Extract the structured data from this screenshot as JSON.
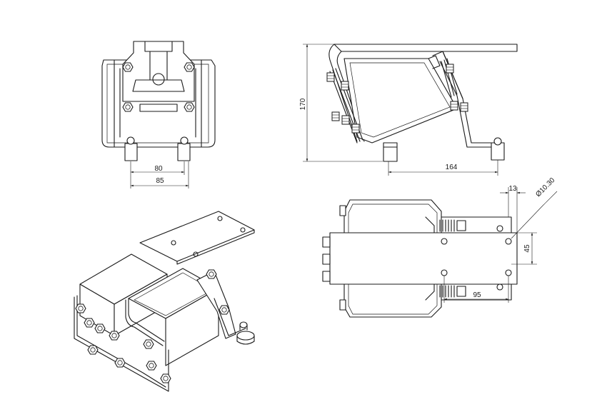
{
  "drawing": {
    "front_view": {
      "dim_inner": "80",
      "dim_outer": "85"
    },
    "side_view": {
      "dim_height": "170",
      "dim_length": "164"
    },
    "top_view": {
      "dim_offset": "13",
      "dim_hole": "Ø10.30",
      "dim_spacing": "45",
      "dim_width": "95"
    }
  }
}
